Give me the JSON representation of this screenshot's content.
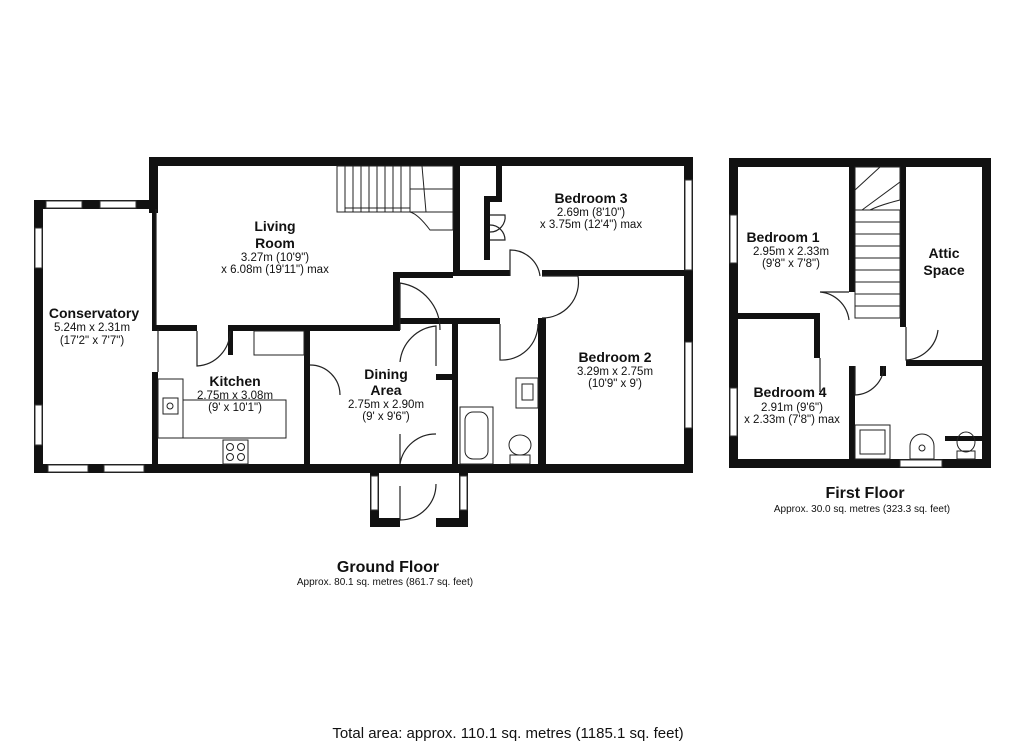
{
  "ground_floor": {
    "title": "Ground Floor",
    "area": "Approx. 80.1 sq. metres (861.7 sq. feet)",
    "rooms": {
      "living_room": {
        "name_line1": "Living",
        "name_line2": "Room",
        "dim1": "3.27m (10'9\")",
        "dim2": "x 6.08m (19'11\") max"
      },
      "conservatory": {
        "name": "Conservatory",
        "dim1": "5.24m x 2.31m",
        "dim2": "(17'2\" x 7'7\")"
      },
      "kitchen": {
        "name": "Kitchen",
        "dim1": "2.75m x 3.08m",
        "dim2": "(9' x 10'1\")"
      },
      "dining_area": {
        "name_line1": "Dining",
        "name_line2": "Area",
        "dim1": "2.75m x 2.90m",
        "dim2": "(9' x 9'6\")"
      },
      "bedroom_3": {
        "name": "Bedroom 3",
        "dim1": "2.69m (8'10\")",
        "dim2": "x 3.75m (12'4\") max"
      },
      "bedroom_2": {
        "name": "Bedroom 2",
        "dim1": "3.29m x 2.75m",
        "dim2": "(10'9\" x 9')"
      }
    }
  },
  "first_floor": {
    "title": "First Floor",
    "area": "Approx. 30.0 sq. metres (323.3 sq. feet)",
    "rooms": {
      "bedroom_1": {
        "name": "Bedroom 1",
        "dim1": "2.95m x 2.33m",
        "dim2": "(9'8\" x 7'8\")"
      },
      "attic_space": {
        "name_line1": "Attic",
        "name_line2": "Space"
      },
      "bedroom_4": {
        "name": "Bedroom 4",
        "dim1": "2.91m (9'6\")",
        "dim2": "x 2.33m (7'8\") max"
      }
    }
  },
  "total_area": "Total area: approx. 110.1 sq. metres (1185.1 sq. feet)"
}
